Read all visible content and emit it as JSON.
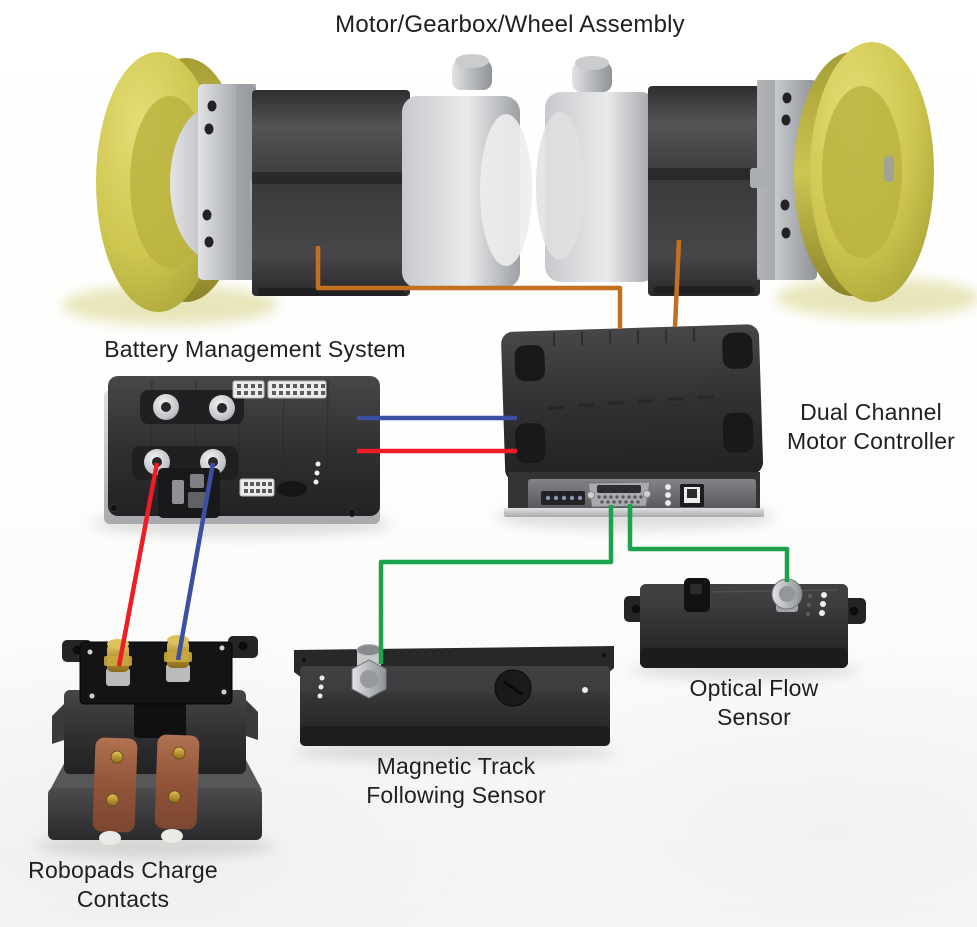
{
  "page": {
    "background": "#ffffff"
  },
  "labels": {
    "assembly_title": "Motor/Gearbox/Wheel Assembly",
    "bms": "Battery Management System",
    "controller": [
      "Dual Channel",
      "Motor Controller"
    ],
    "optical_flow": [
      "Optical Flow",
      "Sensor"
    ],
    "magnetic_track": [
      "Magnetic Track",
      "Following Sensor"
    ],
    "charge_contacts": [
      "Robopads Charge",
      "Contacts"
    ]
  },
  "wires": {
    "left_motor_to_controller": {
      "color": "#c1711f",
      "from": "Motor/Gearbox/Wheel Assembly (left)",
      "to": "Dual Channel Motor Controller"
    },
    "right_motor_to_controller": {
      "color": "#c1711f",
      "from": "Motor/Gearbox/Wheel Assembly (right)",
      "to": "Dual Channel Motor Controller"
    },
    "bms_to_controller_negative": {
      "color": "#3c4fa1",
      "from": "Battery Management System",
      "to": "Dual Channel Motor Controller"
    },
    "bms_to_controller_positive": {
      "color": "#ee1c25",
      "from": "Battery Management System",
      "to": "Dual Channel Motor Controller"
    },
    "bms_to_charge_positive": {
      "color": "#ee1c25",
      "from": "Battery Management System",
      "to": "Robopads Charge Contacts"
    },
    "bms_to_charge_negative": {
      "color": "#3c4fa1",
      "from": "Battery Management System",
      "to": "Robopads Charge Contacts"
    },
    "controller_to_magnetic_sensor": {
      "color": "#1ba24c",
      "from": "Dual Channel Motor Controller",
      "to": "Magnetic Track Following Sensor"
    },
    "controller_to_optical_sensor": {
      "color": "#1ba24c",
      "from": "Dual Channel Motor Controller",
      "to": "Optical Flow Sensor"
    }
  },
  "palette": {
    "wheel_yellow": "#cdc64f",
    "motor_body": "#3c3c3e",
    "metal_silver": "#b6b9bd",
    "enclosure_black": "#2e2e30",
    "copper_contact": "#92543a",
    "brass_terminal": "#b89434",
    "label_text": "#1f1f21"
  }
}
